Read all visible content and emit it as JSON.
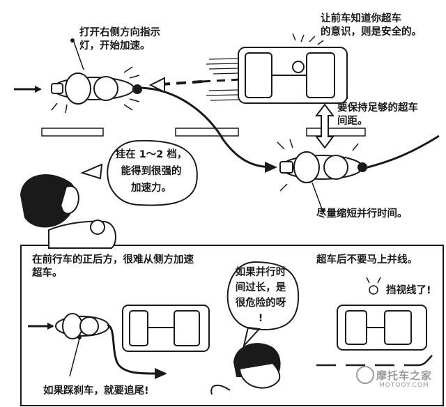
{
  "top": {
    "caption_signal": "打开右侧方向指示\n灯，开始加速。",
    "caption_aware": "让前车知道你超车\n的意识，则是安全的。",
    "caption_distance": "要保持足够的超车\n间距。",
    "bubble_gear": "挂在 1～2 档，\n能得到很强的\n加速力。",
    "caption_shorten": "尽量缩短并行时间。"
  },
  "bottom": {
    "caption_rear": "在前行车的正后方，很难从侧方加速\n超车。",
    "caption_brake": "如果踩刹车，就要追尾!",
    "bubble_danger": "如果并行时\n间过长，是\n很危险的呀\n!",
    "caption_merge": "超车后不要马上并线。",
    "caption_blocked": "挡视线了!"
  },
  "watermark": {
    "logo": "摩托车之家",
    "url": "MOTOOY.COM"
  },
  "colors": {
    "ink": "#1a1a1a",
    "paper": "#ffffff",
    "watermark": "#9a9a9a"
  }
}
